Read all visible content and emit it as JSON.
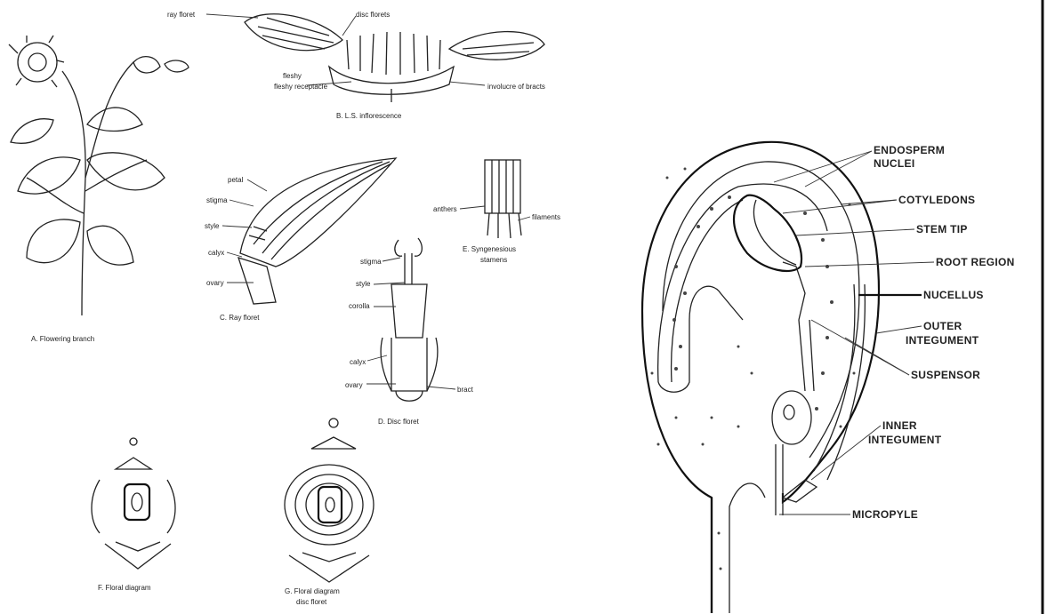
{
  "left_panel": {
    "a_caption": "A. Flowering branch",
    "b_labels": {
      "ray_floret": "ray floret",
      "disc_florets": "disc florets",
      "receptacle": "fleshy receptacle",
      "involucre": "involucre of bracts",
      "caption": "B. L.S. inflorescence"
    },
    "c_labels": {
      "petal": "petal",
      "stigma": "stigma",
      "style": "style",
      "calyx": "calyx",
      "ovary": "ovary",
      "caption": "C. Ray floret"
    },
    "e_labels": {
      "anthers": "anthers",
      "filaments": "filaments",
      "caption_line1": "E. Syngenesious",
      "caption_line2": "stamens"
    },
    "d_labels": {
      "stigma": "stigma",
      "style": "style",
      "corolla": "corolla",
      "calyx": "calyx",
      "ovary": "ovary",
      "bract": "bract",
      "caption": "D. Disc floret"
    },
    "f_caption": "F. Floral diagram",
    "g_caption_line1": "G. Floral diagram",
    "g_caption_line2": "disc floret"
  },
  "right_panel": {
    "labels": {
      "endosperm_line1": "ENDOSPERM",
      "endosperm_line2": "NUCLEI",
      "cotyledons": "COTYLEDONS",
      "stem_tip": "STEM TIP",
      "root_region": "ROOT REGION",
      "nucellus": "NUCELLUS",
      "outer_line1": "OUTER",
      "outer_line2": "INTEGUMENT",
      "suspensor": "SUSPENSOR",
      "inner_line1": "INNER",
      "inner_line2": "INTEGUMENT",
      "micropyle": "MICROPYLE"
    }
  }
}
